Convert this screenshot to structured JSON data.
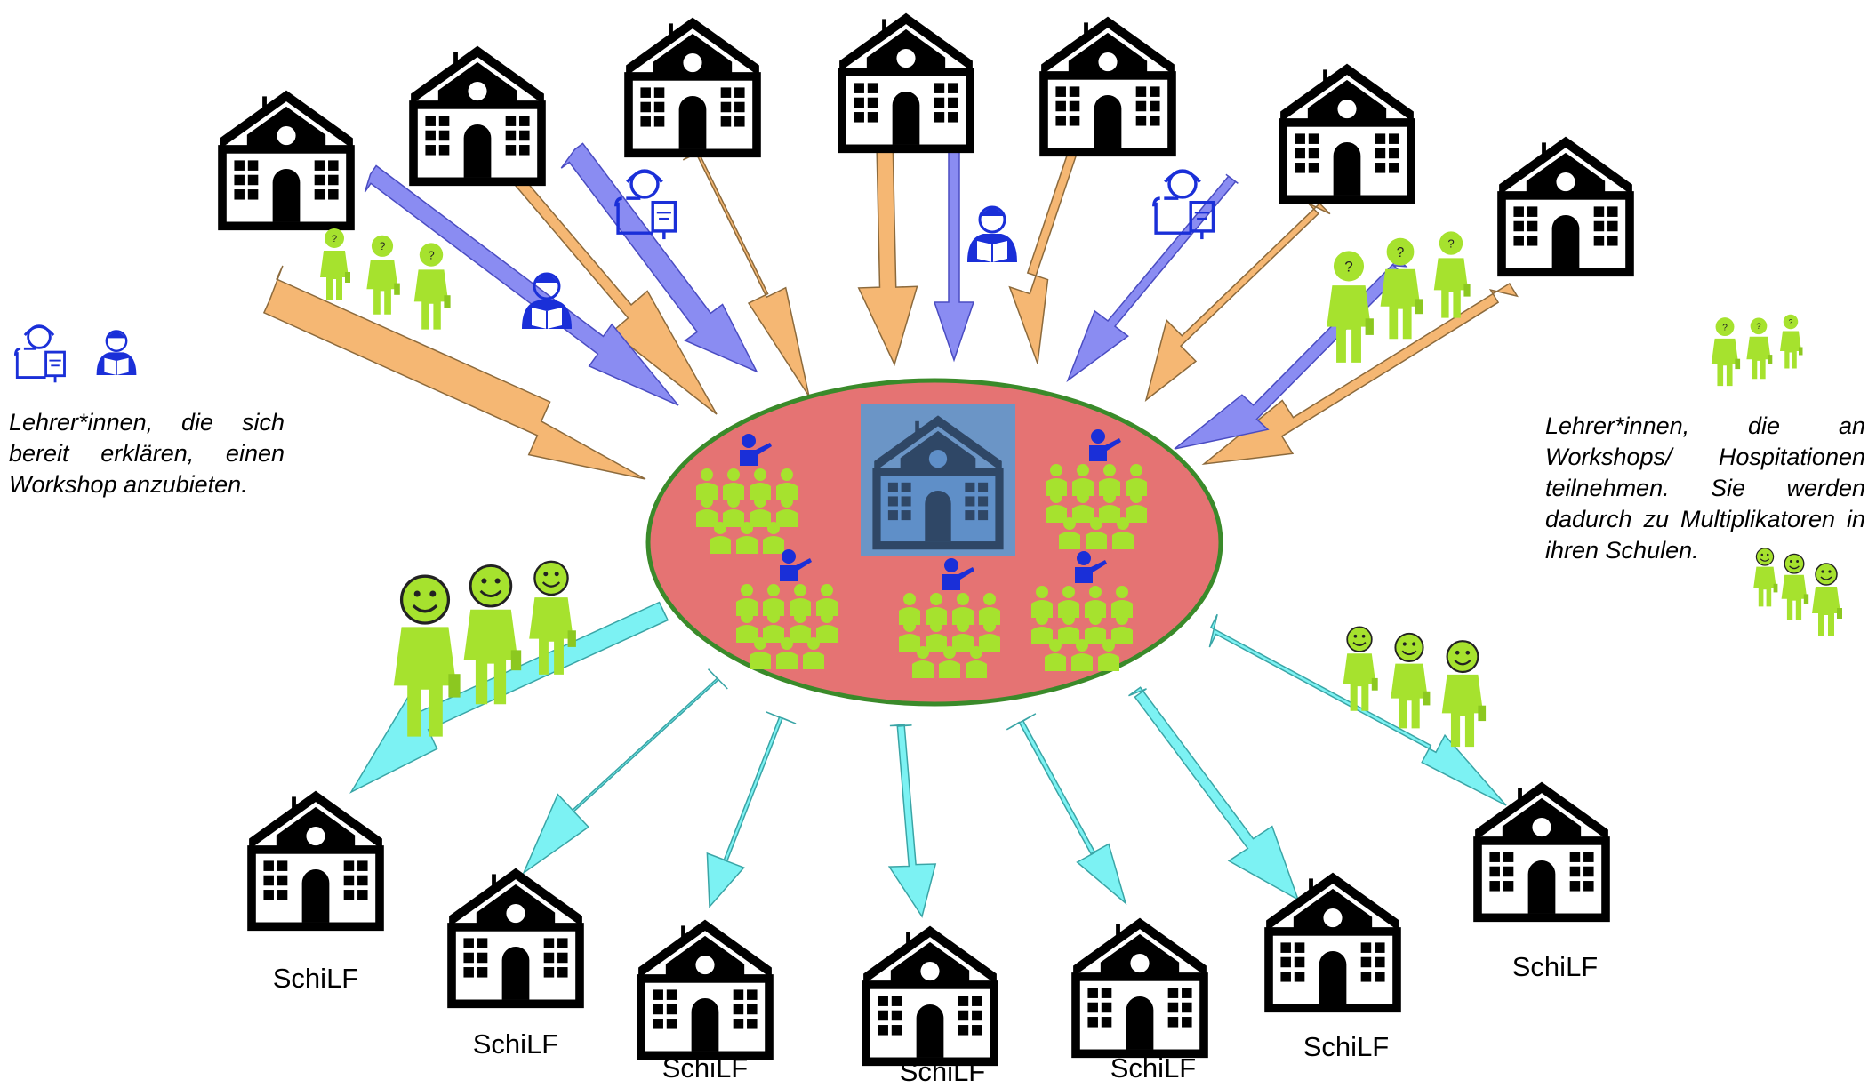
{
  "legend_left": {
    "text": "Lehrer*innen, die sich bereit erklären, einen Workshop anzubieten."
  },
  "legend_right": {
    "text": "Lehrer*innen, die an Workshops/ Hospitationen teilnehmen. Sie werden dadurch zu Multiplikatoren in ihren Schulen."
  },
  "schilf_label": "SchiLF",
  "colors": {
    "arrow_in_orange": "#f5b773",
    "arrow_in_blue": "#8a8cf2",
    "arrow_out_cyan": "#7cf2f3",
    "hub_fill": "#e57373",
    "hub_border": "#3a8a2a",
    "person_green": "#a6e22e",
    "presenter_blue": "#1a2fd8",
    "school_black": "#000000",
    "center_school_bg": "#6b95c6"
  },
  "icons": {
    "school": "school-building-icon",
    "workshop_presenter": "presenter-icon",
    "teacher": "teacher-icon",
    "participant": "participant-question-icon",
    "multiplier": "smiley-person-icon"
  }
}
